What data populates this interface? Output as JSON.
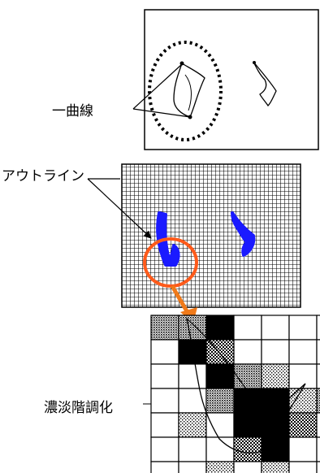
{
  "labels": {
    "curve": "一曲線",
    "outline": "アウトライン",
    "gray": "濃淡階調化"
  },
  "colors": {
    "glyph_blue": "#1a1aff",
    "highlight_orange": "#ff5a1a",
    "arrow_orange": "#f07a1a"
  },
  "gray_cells": [
    [
      2,
      2,
      5,
      0,
      0,
      0,
      0
    ],
    [
      0,
      5,
      3,
      0,
      0,
      0,
      0
    ],
    [
      0,
      0,
      5,
      2,
      1,
      0,
      0
    ],
    [
      0,
      0,
      2,
      5,
      5,
      1,
      2
    ],
    [
      0,
      1,
      0,
      5,
      5,
      3,
      0
    ],
    [
      0,
      0,
      0,
      3,
      5,
      0,
      0
    ],
    [
      0,
      0,
      1,
      0,
      1,
      0,
      0
    ]
  ]
}
